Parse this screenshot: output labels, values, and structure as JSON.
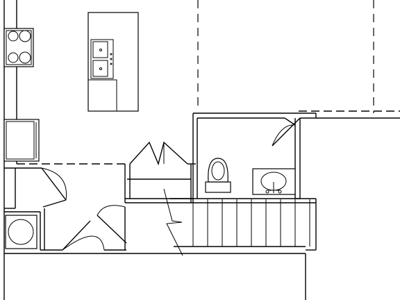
{
  "plan": {
    "rooms": [
      "kitchen",
      "laundry",
      "closet",
      "powder-room",
      "stairs"
    ],
    "fixtures": [
      "range",
      "refrigerator",
      "island",
      "double-sink",
      "dishwasher",
      "washer",
      "toilet",
      "vanity-sink"
    ],
    "stairs": {
      "tread_count": 9
    },
    "doors": [
      "laundry-door",
      "entry-door",
      "closet-bifold-door",
      "powder-room-door"
    ]
  }
}
